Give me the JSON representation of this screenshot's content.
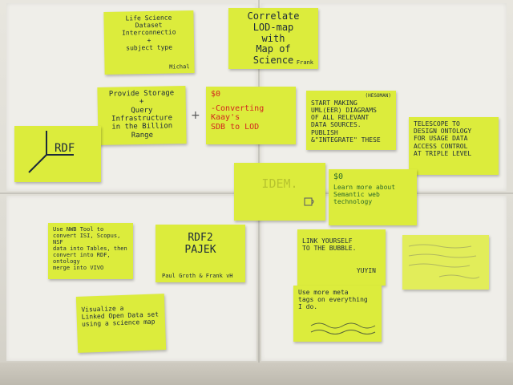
{
  "notes": {
    "life_science": {
      "text": "Life Science\nDataset Interconnectio\n+\nsubject type",
      "signature": "Michal"
    },
    "correlate": {
      "text": "Correlate\nLOD-map\nwith\nMap of Science",
      "signature": "Frank"
    },
    "storage": {
      "text": "Provide Storage\n+\nQuery Infrastructure\nin the Billion Range"
    },
    "converting": {
      "amount": "$0",
      "text": "-Converting Kaay's\nSDB to LOD"
    },
    "uml": {
      "tag": "(HESOMAN)",
      "text": "START MAKING\nUML(EER) DIAGRAMS\nOF ALL RELEVANT\nDATA SOURCES. PUBLISH\n&\"INTEGRATE\" THESE"
    },
    "rdf": {
      "text": "RDF"
    },
    "telescope": {
      "text": "TELESCOPE TO\nDESIGN ONTOLOGY\nFOR USAGE DATA\nACCESS CONTROL\nAT TRIPLE LEVEL"
    },
    "idem": {
      "text": "IDEM."
    },
    "semantic": {
      "amount": "$0",
      "text": "Learn more about\nSemantic web\ntechnology"
    },
    "nwb": {
      "text": "Use NWB Tool to\nconvert ISI, Scopus, NSF\ndata into Tables, then\nconvert into RDF, ontology\nmerge into VIVO"
    },
    "rdf2pajek": {
      "text": "RDF2\nPAJEK",
      "signature": "Paul Groth & Frank vH"
    },
    "link_yourself": {
      "text": "LINK YOURSELF\nTO THE BUBBLE.",
      "signature": "YUYIN"
    },
    "visualize": {
      "text": "Visualize a\nLinked Open Data set\nusing a science map"
    },
    "meta_tags": {
      "text": "Use more meta\ntags on everything\nI do."
    }
  },
  "colors": {
    "note": "#dcec3c",
    "ink": "#1c2a3a",
    "red_ink": "#d2261f",
    "green_ink": "#2d6b2a",
    "board": "#e8e6df"
  }
}
